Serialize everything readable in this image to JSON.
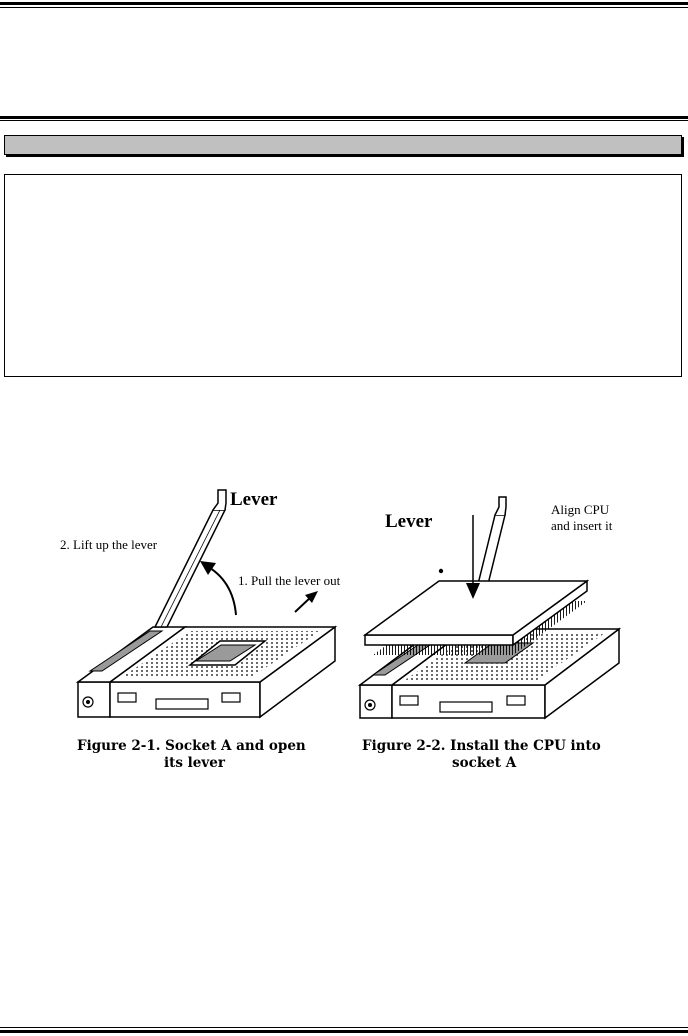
{
  "figure1": {
    "lever_label": "Lever",
    "step2_label": "2. Lift up the lever",
    "step1_label": "1. Pull the lever out",
    "caption_line1": "Figure 2-1.  Socket A and open",
    "caption_line2": "its lever"
  },
  "figure2": {
    "lever_label": "Lever",
    "align_line1": "Align CPU",
    "align_line2": "and insert it",
    "caption_line1": "Figure 2-2. Install the CPU into",
    "caption_line2": "socket A"
  }
}
